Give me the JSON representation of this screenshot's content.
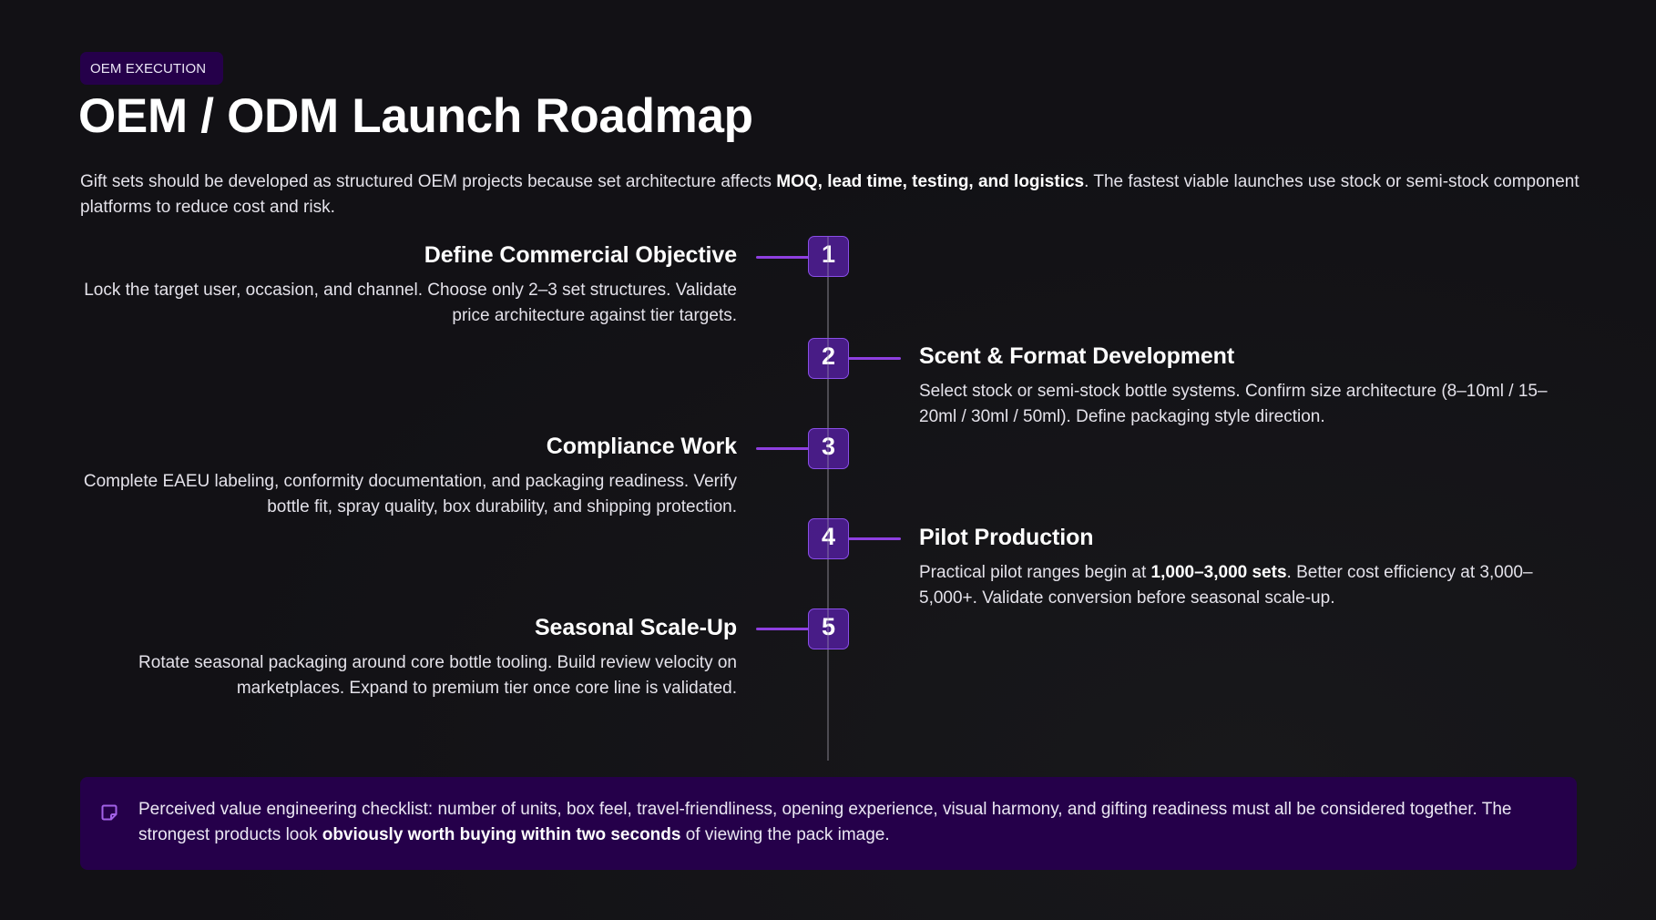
{
  "header": {
    "badge": "OEM EXECUTION",
    "title": "OEM / ODM Launch Roadmap",
    "intro": {
      "before": "Gift sets should be developed as structured OEM projects because set architecture affects ",
      "emphasis": "MOQ, lead time, testing, and logistics",
      "after": ". The fastest viable launches use stock or semi-stock component platforms to reduce cost and risk."
    }
  },
  "colors": {
    "background": "#121115",
    "accent": "#8e3fe0",
    "marker_fill": "#501e96",
    "badge_bg": "#25004a",
    "timeline_line": "#4d4b52"
  },
  "timeline": {
    "steps": [
      {
        "number": "1",
        "side": "left",
        "title": "Define Commercial Objective",
        "desc_before": "Lock the target user, occasion, and channel. Choose only 2–3 set structures. Validate price architecture against tier targets.",
        "desc_emphasis": "",
        "desc_after": ""
      },
      {
        "number": "2",
        "side": "right",
        "title": "Scent & Format Development",
        "desc_before": "Select stock or semi-stock bottle systems. Confirm size architecture (8–10ml / 15–20ml / 30ml / 50ml). Define packaging style direction.",
        "desc_emphasis": "",
        "desc_after": ""
      },
      {
        "number": "3",
        "side": "left",
        "title": "Compliance Work",
        "desc_before": "Complete EAEU labeling, conformity documentation, and packaging readiness. Verify bottle fit, spray quality, box durability, and shipping protection.",
        "desc_emphasis": "",
        "desc_after": ""
      },
      {
        "number": "4",
        "side": "right",
        "title": "Pilot Production",
        "desc_before": "Practical pilot ranges begin at ",
        "desc_emphasis": "1,000–3,000 sets",
        "desc_after": ". Better cost efficiency at 3,000–5,000+. Validate conversion before seasonal scale-up."
      },
      {
        "number": "5",
        "side": "left",
        "title": "Seasonal Scale-Up",
        "desc_before": "Rotate seasonal packaging around core bottle tooling. Build review velocity on marketplaces. Expand to premium tier once core line is validated.",
        "desc_emphasis": "",
        "desc_after": ""
      }
    ]
  },
  "callout": {
    "icon": "sticky-note-icon",
    "before": "Perceived value engineering checklist: number of units, box feel, travel-friendliness, opening experience, visual harmony, and gifting readiness must all be considered together. The strongest products look ",
    "emphasis": "obviously worth buying within two seconds",
    "after": " of viewing the pack image."
  }
}
